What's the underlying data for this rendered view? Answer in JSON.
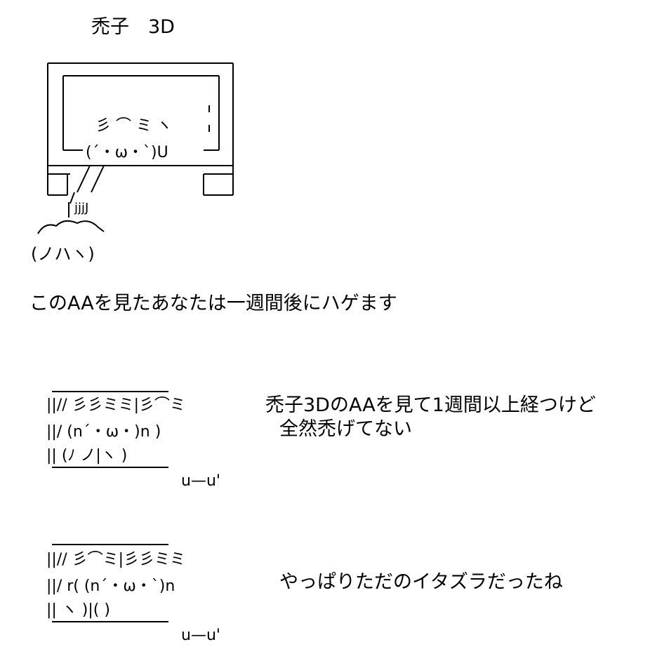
{
  "title": "禿子　3D",
  "caption": "このAAを見たあなたは一週間後にハゲます",
  "panel2_text_line1": "禿子3DのAAを見て1週間以上経つけど",
  "panel2_text_line2": "全然禿げてない",
  "panel3_text": "やっぱりただのイタズラだったね",
  "art": {
    "tv_face": "(´・ω・`)U",
    "tv_hair": "彡 ⌒ ミ ヽ",
    "hand_label": "jjjJ",
    "bottom_left": "(ノハヽ)",
    "p2_row1": "||//  彡彡ミミ|彡⌒ミ",
    "p2_row2": "||/  (n´・ω・)n      )",
    "p2_row3": "||    (ﾉ     ノ|ヽ     )",
    "p2_feet": "u—u'",
    "p3_row1": "||//  彡⌒ミ|彡彡ミミ",
    "p3_row2": "||/  r(        (n´・ω・`)n",
    "p3_row3": "||    ヽ    )|(      )",
    "p3_feet": "u—u'"
  }
}
